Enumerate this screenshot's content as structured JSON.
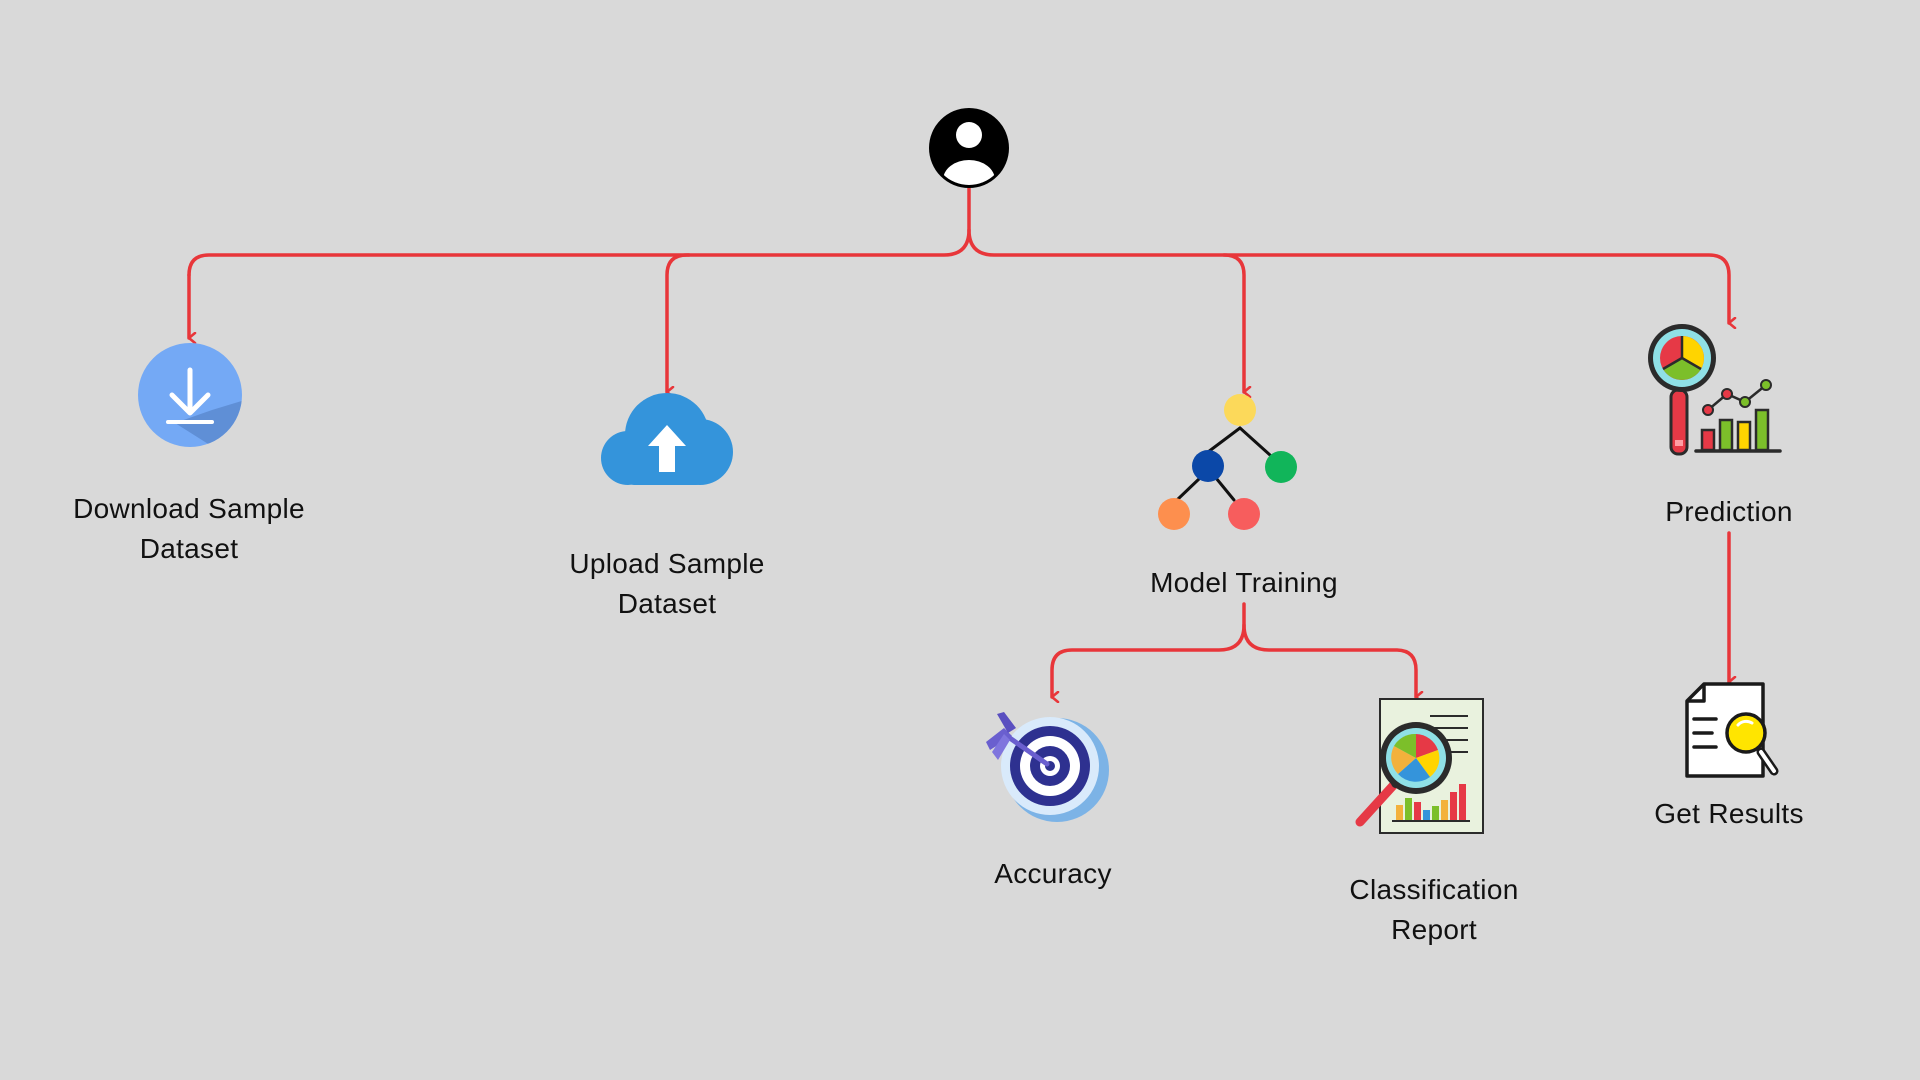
{
  "colors": {
    "background": "#d9d9d9",
    "connector": "#e8363a",
    "text": "#111111"
  },
  "nodes": {
    "user": {
      "icon": "user-avatar-icon"
    },
    "download": {
      "icon": "download-icon",
      "label_line1": "Download Sample",
      "label_line2": "Dataset"
    },
    "upload": {
      "icon": "cloud-upload-icon",
      "label_line1": "Upload Sample",
      "label_line2": "Dataset"
    },
    "training": {
      "icon": "decision-tree-icon",
      "label": "Model Training"
    },
    "prediction": {
      "icon": "analytics-magnifier-icon",
      "label": "Prediction"
    },
    "accuracy": {
      "icon": "target-dart-icon",
      "label": "Accuracy"
    },
    "report": {
      "icon": "report-magnifier-icon",
      "label_line1": "Classification",
      "label_line2": "Report"
    },
    "results": {
      "icon": "document-search-icon",
      "label": "Get Results"
    }
  }
}
